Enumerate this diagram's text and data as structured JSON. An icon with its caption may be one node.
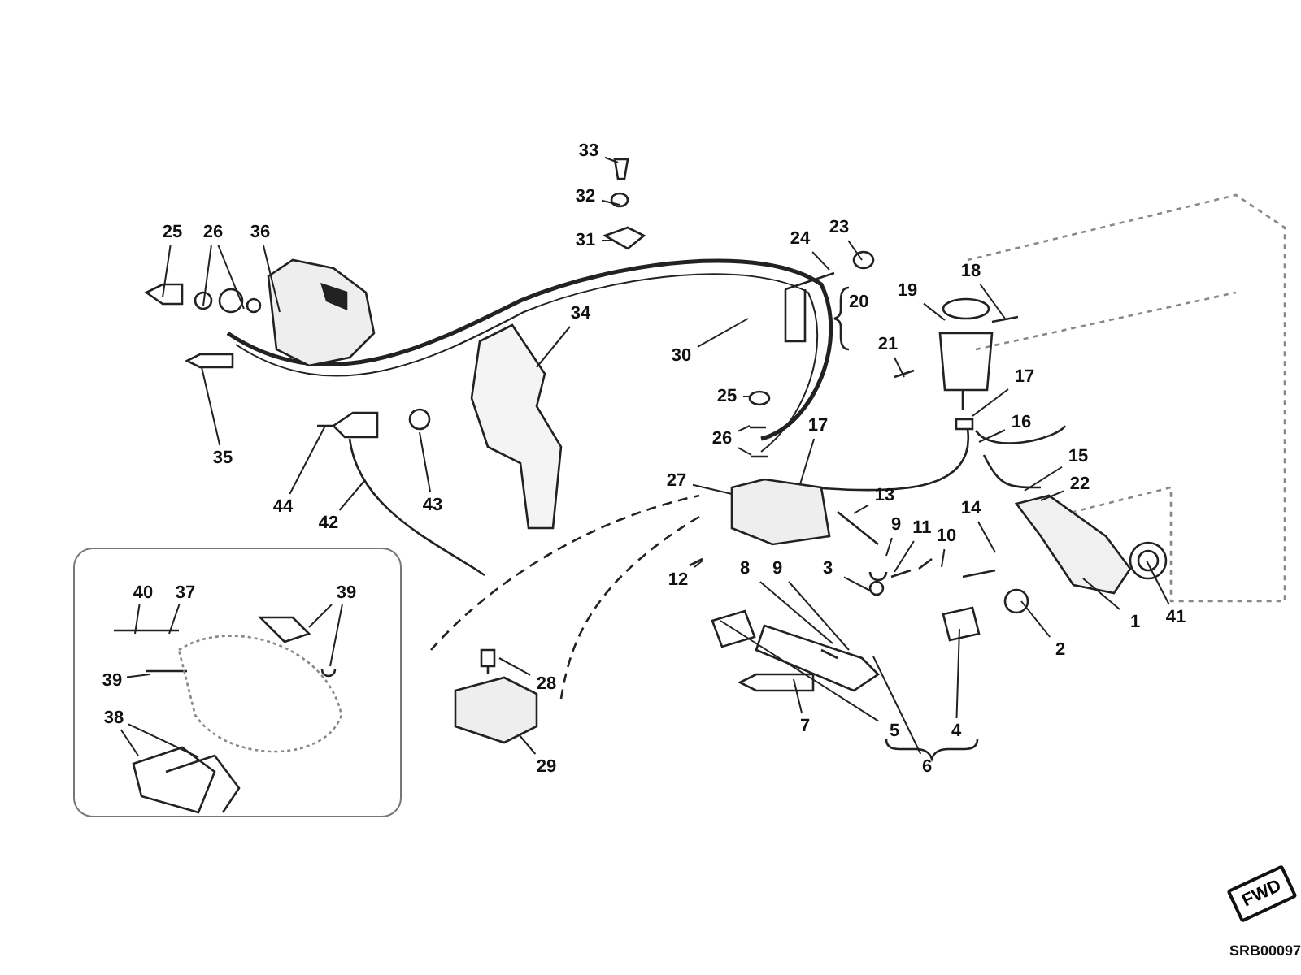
{
  "diagram": {
    "nodes": [
      {
        "text": [
          "25"
        ]
      },
      {
        "text": [
          "26"
        ]
      },
      {
        "text": [
          "36"
        ]
      },
      {
        "text": [
          "33"
        ]
      },
      {
        "text": [
          "32"
        ]
      },
      {
        "text": [
          "31"
        ]
      },
      {
        "text": [
          "24"
        ]
      },
      {
        "text": [
          "23"
        ]
      },
      {
        "text": [
          "18"
        ]
      },
      {
        "text": [
          "19"
        ]
      },
      {
        "text": [
          "34"
        ]
      },
      {
        "text": [
          "30"
        ]
      },
      {
        "text": [
          "21"
        ]
      },
      {
        "text": [
          "17"
        ]
      },
      {
        "text": [
          "25"
        ]
      },
      {
        "text": [
          "16"
        ]
      },
      {
        "text": [
          "17"
        ]
      },
      {
        "text": [
          "26"
        ]
      },
      {
        "text": [
          "15"
        ]
      },
      {
        "text": [
          "35"
        ]
      },
      {
        "text": [
          "22"
        ]
      },
      {
        "text": [
          "27"
        ]
      },
      {
        "text": [
          "13"
        ]
      },
      {
        "text": [
          "14"
        ]
      },
      {
        "text": [
          "44"
        ]
      },
      {
        "text": [
          "43"
        ]
      },
      {
        "text": [
          "42"
        ]
      },
      {
        "text": [
          "9"
        ]
      },
      {
        "text": [
          "11"
        ]
      },
      {
        "text": [
          "10"
        ]
      },
      {
        "text": [
          "3"
        ]
      },
      {
        "text": [
          "12"
        ]
      },
      {
        "text": [
          "8"
        ]
      },
      {
        "text": [
          "9"
        ]
      },
      {
        "text": [
          "1"
        ]
      },
      {
        "text": [
          "41"
        ]
      },
      {
        "text": [
          "2"
        ]
      },
      {
        "text": [],
        "shape": "box"
      },
      {
        "text": [
          "40"
        ],
        "in": 37
      },
      {
        "text": [
          "37"
        ],
        "in": 37
      },
      {
        "text": [
          "39"
        ],
        "in": 37
      },
      {
        "text": [
          "39"
        ],
        "in": 37
      },
      {
        "text": [
          "38"
        ],
        "in": 37
      },
      {
        "text": [
          "28"
        ]
      },
      {
        "text": [
          "7"
        ]
      },
      {
        "text": [
          "5"
        ]
      },
      {
        "text": [
          "4"
        ]
      },
      {
        "text": [
          "6"
        ]
      },
      {
        "text": [
          "29"
        ]
      },
      {
        "text": [
          "FWD"
        ]
      }
    ],
    "edges": [
      {
        "from": 0,
        "to": null,
        "arrow": "none"
      },
      {
        "from": 1,
        "to": null,
        "arrow": "none"
      },
      {
        "from": 1,
        "to": null,
        "arrow": "none"
      },
      {
        "from": 2,
        "to": null,
        "arrow": "none"
      },
      {
        "from": 3,
        "to": null,
        "arrow": "none"
      },
      {
        "from": 4,
        "to": null,
        "arrow": "none"
      },
      {
        "from": 5,
        "to": null,
        "arrow": "none"
      },
      {
        "from": 6,
        "to": null,
        "arrow": "none"
      },
      {
        "from": 7,
        "to": null,
        "arrow": "none"
      },
      {
        "from": 8,
        "to": null,
        "arrow": "none"
      },
      {
        "from": 9,
        "to": null,
        "arrow": "none"
      },
      {
        "from": 10,
        "to": null,
        "arrow": "none"
      },
      {
        "from": 11,
        "to": null,
        "arrow": "none"
      },
      {
        "from": 12,
        "to": null,
        "arrow": "none"
      },
      {
        "from": 13,
        "to": null,
        "arrow": "none"
      },
      {
        "from": 14,
        "to": null,
        "arrow": "none"
      },
      {
        "from": 15,
        "to": null,
        "arrow": "none"
      },
      {
        "from": 16,
        "to": null,
        "arrow": "none"
      },
      {
        "from": 17,
        "to": null,
        "arrow": "none"
      },
      {
        "from": 17,
        "to": null,
        "arrow": "none"
      },
      {
        "from": 18,
        "to": null,
        "arrow": "none"
      },
      {
        "from": 19,
        "to": null,
        "arrow": "none"
      },
      {
        "from": 20,
        "to": null,
        "arrow": "none"
      },
      {
        "from": 21,
        "to": null,
        "arrow": "none"
      },
      {
        "from": 22,
        "to": null,
        "arrow": "none"
      },
      {
        "from": 23,
        "to": null,
        "arrow": "none"
      },
      {
        "from": 24,
        "to": null,
        "arrow": "none"
      },
      {
        "from": 25,
        "to": null,
        "arrow": "none"
      },
      {
        "from": 26,
        "to": null,
        "arrow": "none"
      },
      {
        "from": 27,
        "to": null,
        "arrow": "none"
      },
      {
        "from": 28,
        "to": null,
        "arrow": "none"
      },
      {
        "from": 29,
        "to": null,
        "arrow": "none"
      },
      {
        "from": 30,
        "to": null,
        "arrow": "none"
      },
      {
        "from": 31,
        "to": null,
        "arrow": "none"
      },
      {
        "from": 32,
        "to": null,
        "arrow": "none"
      },
      {
        "from": 33,
        "to": null,
        "arrow": "none"
      },
      {
        "from": 34,
        "to": null,
        "arrow": "none"
      },
      {
        "from": 35,
        "to": null,
        "arrow": "none"
      },
      {
        "from": 36,
        "to": null,
        "arrow": "none"
      },
      {
        "from": 38,
        "to": null,
        "arrow": "none"
      },
      {
        "from": 39,
        "to": null,
        "arrow": "none"
      },
      {
        "from": 40,
        "to": null,
        "arrow": "none"
      },
      {
        "from": 40,
        "to": null,
        "arrow": "none"
      },
      {
        "from": 41,
        "to": null,
        "arrow": "none"
      },
      {
        "from": 42,
        "to": null,
        "arrow": "none"
      },
      {
        "from": 42,
        "to": null,
        "arrow": "none"
      },
      {
        "from": 43,
        "to": null,
        "arrow": "none"
      },
      {
        "from": 44,
        "to": null,
        "arrow": "none"
      },
      {
        "from": 45,
        "to": null,
        "arrow": "none"
      },
      {
        "from": 46,
        "to": null,
        "arrow": "none"
      },
      {
        "from": 47,
        "to": null,
        "arrow": "none"
      },
      {
        "from": 48,
        "to": null,
        "arrow": "none"
      }
    ],
    "labels": [
      "20",
      "SRB00097"
    ]
  }
}
